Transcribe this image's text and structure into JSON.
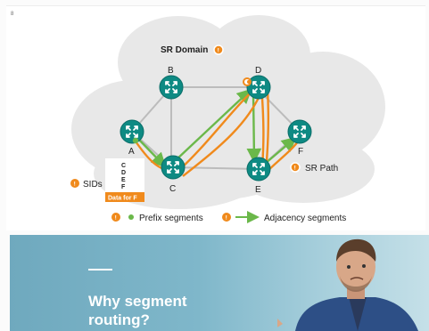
{
  "corner_mark": "8",
  "diagram": {
    "title": "SR Domain",
    "nodes": [
      "A",
      "B",
      "C",
      "D",
      "E",
      "F"
    ],
    "sid_box": {
      "letters": [
        "C",
        "D",
        "E",
        "F"
      ],
      "footer": "Data for F"
    },
    "labels": {
      "sids": "SIDs",
      "sr_path": "SR Path"
    },
    "legend": {
      "prefix": "Prefix segments",
      "adjacency": "Adjacency segments"
    },
    "info_badge": "!",
    "colors": {
      "cloud": "#e8e8e8",
      "router": "#0e8a83",
      "green": "#6bb84a",
      "orange": "#f08a1c",
      "link": "#bcbcbc"
    }
  },
  "banner": {
    "title": "Why segment routing?"
  }
}
